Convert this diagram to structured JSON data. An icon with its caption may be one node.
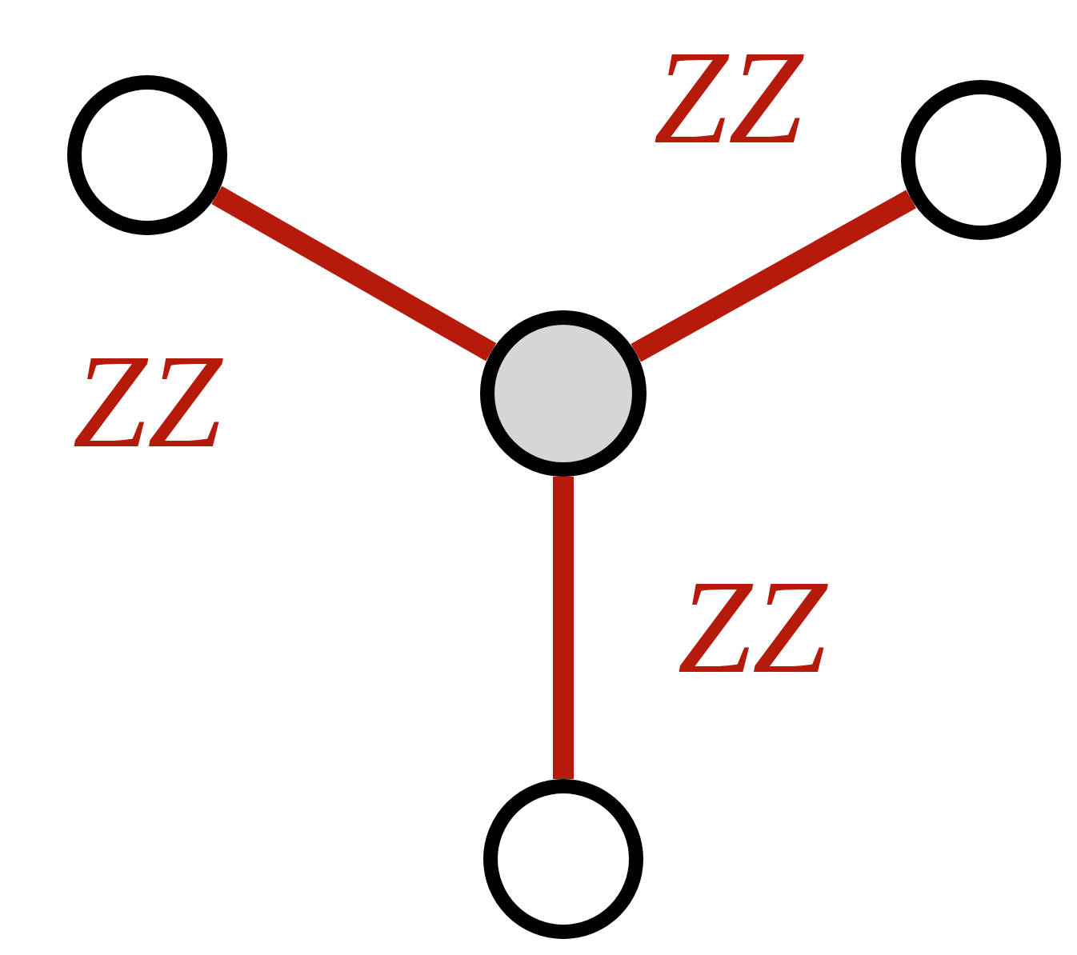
{
  "diagram": {
    "nodes": [
      {
        "text": [],
        "shape": "circle"
      },
      {
        "text": [],
        "shape": "circle"
      },
      {
        "text": [],
        "shape": "circle"
      },
      {
        "text": [],
        "shape": "circle"
      }
    ],
    "edges": [
      {
        "from": 0,
        "to": 2,
        "arrow": "none",
        "label": "ZZ"
      },
      {
        "from": 2,
        "to": 1,
        "arrow": "none",
        "label": "ZZ"
      },
      {
        "from": 2,
        "to": 3,
        "arrow": "none",
        "label": "ZZ"
      }
    ]
  }
}
